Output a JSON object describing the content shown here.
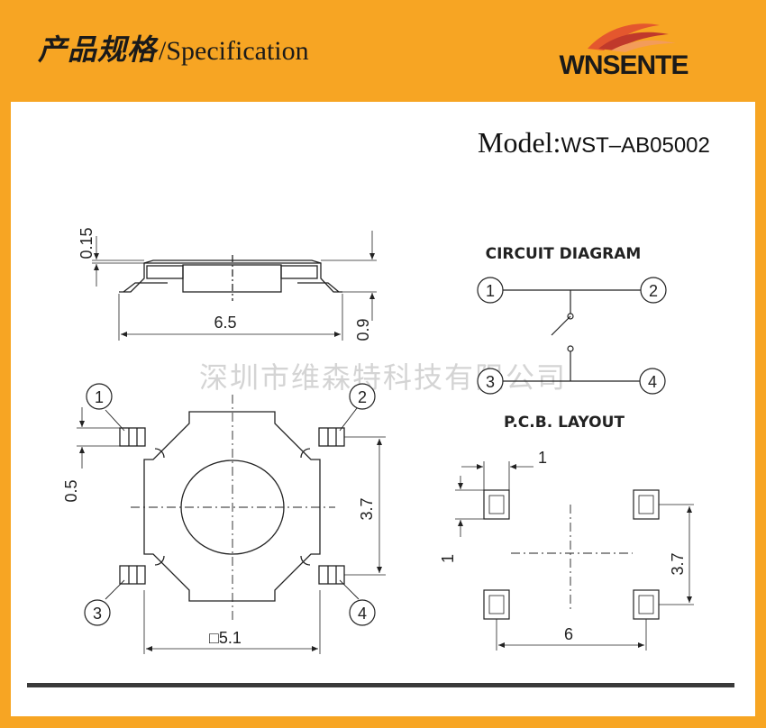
{
  "header": {
    "title_cn": "产品规格",
    "title_en": "/Specification",
    "logo_text": "WNSENTE"
  },
  "model": {
    "label": "Model:",
    "value": "WST–AB05002"
  },
  "watermark": "深圳市维森特科技有限公司",
  "side_view": {
    "dim_top": "0.15",
    "dim_width": "6.5",
    "dim_height": "0.9"
  },
  "top_view": {
    "dim_left": "0.5",
    "dim_right": "3.7",
    "dim_bottom": "□5.1",
    "pins": [
      "1",
      "2",
      "3",
      "4"
    ]
  },
  "circuit": {
    "title": "CIRCUIT DIAGRAM",
    "pins": [
      "1",
      "2",
      "3",
      "4"
    ]
  },
  "pcb": {
    "title": "P.C.B. LAYOUT",
    "dim_top": "1",
    "dim_left": "1",
    "dim_right": "3.7",
    "dim_bottom": "6"
  },
  "colors": {
    "background": "#f7a523",
    "panel": "#ffffff",
    "line": "#222222",
    "footer_rule": "#3a3a3a"
  }
}
